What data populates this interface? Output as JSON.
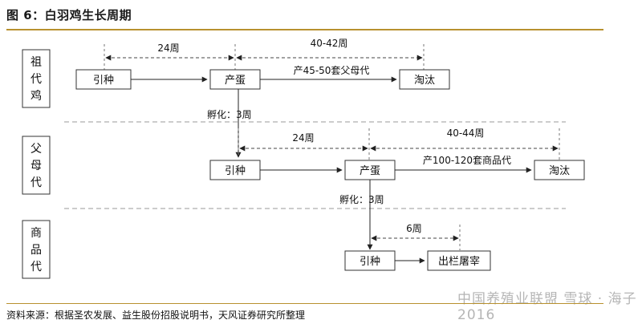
{
  "title": "图 6：白羽鸡生长周期",
  "source": "资料来源：根据圣农发展、益生股份招股说明书，天风证券研究所整理",
  "watermark": "中国养殖业联盟 雪球 · 海子2016",
  "generations": [
    {
      "label": "祖代鸡"
    },
    {
      "label": "父母代"
    },
    {
      "label": "商品代"
    }
  ],
  "boxes": {
    "gp_intro": "引种",
    "gp_lay": "产蛋",
    "gp_cull": "淘汰",
    "ps_intro": "引种",
    "ps_lay": "产蛋",
    "ps_cull": "淘汰",
    "cm_intro": "引种",
    "cm_market": "出栏屠宰"
  },
  "labels": {
    "gp_weeks_a": "24周",
    "gp_weeks_b": "40-42周",
    "gp_output": "产45-50套父母代",
    "gp_hatch": "孵化：3周",
    "ps_weeks_a": "24周",
    "ps_weeks_b": "40-44周",
    "ps_output": "产100-120套商品代",
    "ps_hatch": "孵化：3周",
    "cm_weeks": "6周"
  },
  "colors": {
    "accent_rule": "#b8912f",
    "line": "#222222",
    "divider": "#999999"
  }
}
